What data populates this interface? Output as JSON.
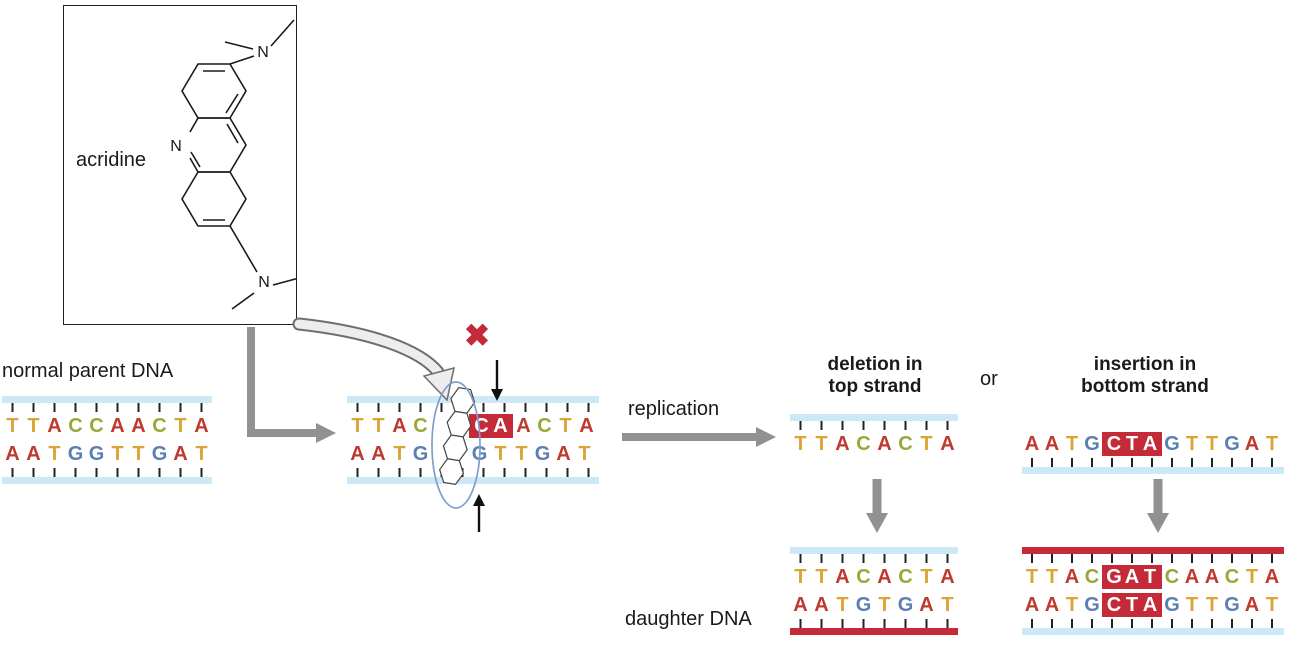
{
  "palette": {
    "A": "#c0392f",
    "T": "#dca335",
    "C": "#9aa83a",
    "G": "#5c7fb2",
    "highlight_bg": "#c52a38",
    "highlight_text": "#ffffff",
    "backbone_blue": "#cde9f5",
    "backbone_red": "#c52a38",
    "arrow_gray": "#8f9192",
    "x_red": "#c52a38"
  },
  "labels": {
    "acridine": "acridine",
    "normal_parent_dna": "normal parent DNA",
    "replication": "replication",
    "deletion_line1": "deletion in",
    "deletion_line2": "top strand",
    "or": "or",
    "insertion_line1": "insertion in",
    "insertion_line2": "bottom strand",
    "daughter_dna": "daughter DNA",
    "blocked_x": "✖",
    "nitrogen": "N"
  },
  "sequences": {
    "parent_top": "TTACCAACTA",
    "parent_bottom": "AATGGTTGAT",
    "inter_top_left": "TTAC",
    "inter_top_hl": "CA",
    "inter_top_right": "ACTA",
    "inter_bottom_left": "AATG",
    "inter_bottom_right": "GTTGAT",
    "deletion_template": "TTACACTA",
    "deletion_daughter_top": "TTACACTA",
    "deletion_daughter_bottom": "AATGTGAT",
    "insertion_template_left": "AATG",
    "insertion_template_hl": "CTA",
    "insertion_template_right": "GTTGAT",
    "insertion_daughter_top_left": "TTAC",
    "insertion_daughter_top_hl": "GAT",
    "insertion_daughter_top_right": "CAACTA",
    "insertion_daughter_bottom_left": "AATG",
    "insertion_daughter_bottom_hl": "CTA",
    "insertion_daughter_bottom_right": "GTTGAT"
  }
}
